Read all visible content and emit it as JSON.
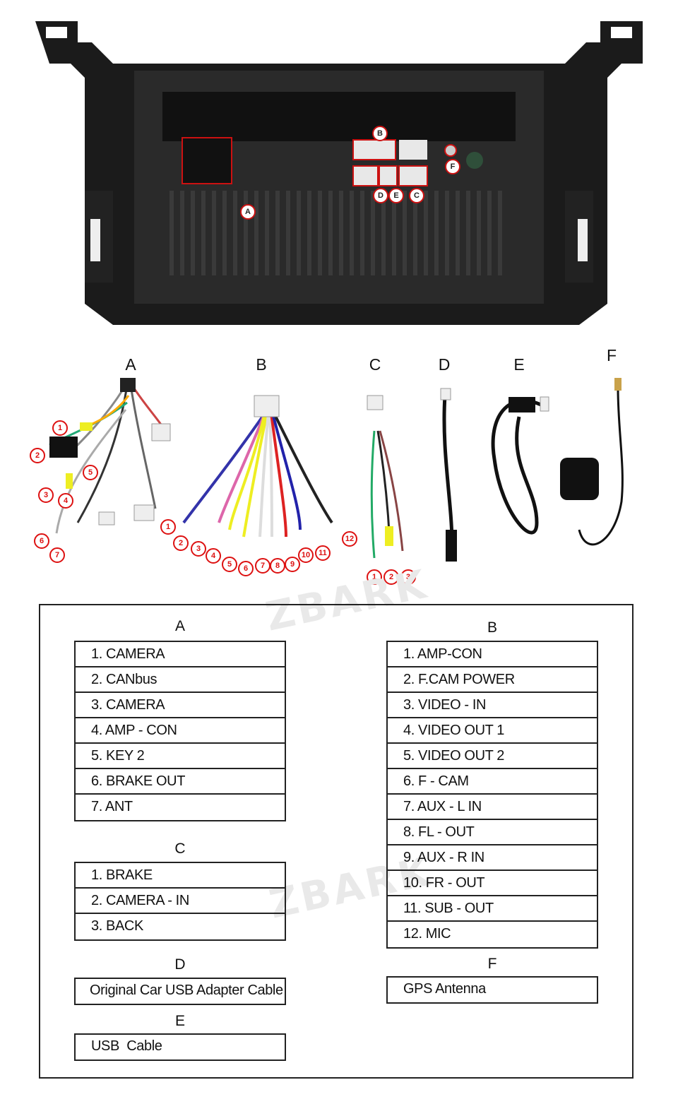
{
  "watermark": "ZBARK",
  "unit_labels": {
    "a": "A",
    "b": "B",
    "c": "C",
    "d": "D",
    "e": "E",
    "f": "F"
  },
  "cables": [
    {
      "letter": "A",
      "numbers": [
        "1",
        "2",
        "3",
        "4",
        "5",
        "6",
        "7"
      ]
    },
    {
      "letter": "B",
      "numbers": [
        "1",
        "2",
        "3",
        "4",
        "5",
        "6",
        "7",
        "8",
        "9",
        "10",
        "11",
        "12"
      ]
    },
    {
      "letter": "C",
      "numbers": [
        "1",
        "2",
        "3"
      ]
    },
    {
      "letter": "D"
    },
    {
      "letter": "E"
    },
    {
      "letter": "F"
    }
  ],
  "legend": {
    "a": {
      "title": "A",
      "items": [
        "1. CAMERA",
        "2. CANbus",
        "3. CAMERA",
        "4. AMP - CON",
        "5. KEY 2",
        "6. BRAKE OUT",
        "7. ANT"
      ]
    },
    "b": {
      "title": "B",
      "items": [
        "1. AMP-CON",
        "2. F.CAM POWER",
        "3. VIDEO - IN",
        "4. VIDEO OUT 1",
        "5. VIDEO OUT 2",
        "6. F - CAM",
        "7. AUX - L IN",
        "8. FL - OUT",
        "9. AUX - R IN",
        "10. FR - OUT",
        "11. SUB - OUT",
        "12. MIC"
      ]
    },
    "c": {
      "title": "C",
      "items": [
        "1. BRAKE",
        "2. CAMERA - IN",
        "3. BACK"
      ]
    },
    "d": {
      "title": "D",
      "items": [
        "Original Car USB Adapter Cable"
      ]
    },
    "e": {
      "title": "E",
      "items": [
        "USB  Cable"
      ]
    },
    "f": {
      "title": "F",
      "items": [
        "GPS Antenna"
      ]
    }
  }
}
